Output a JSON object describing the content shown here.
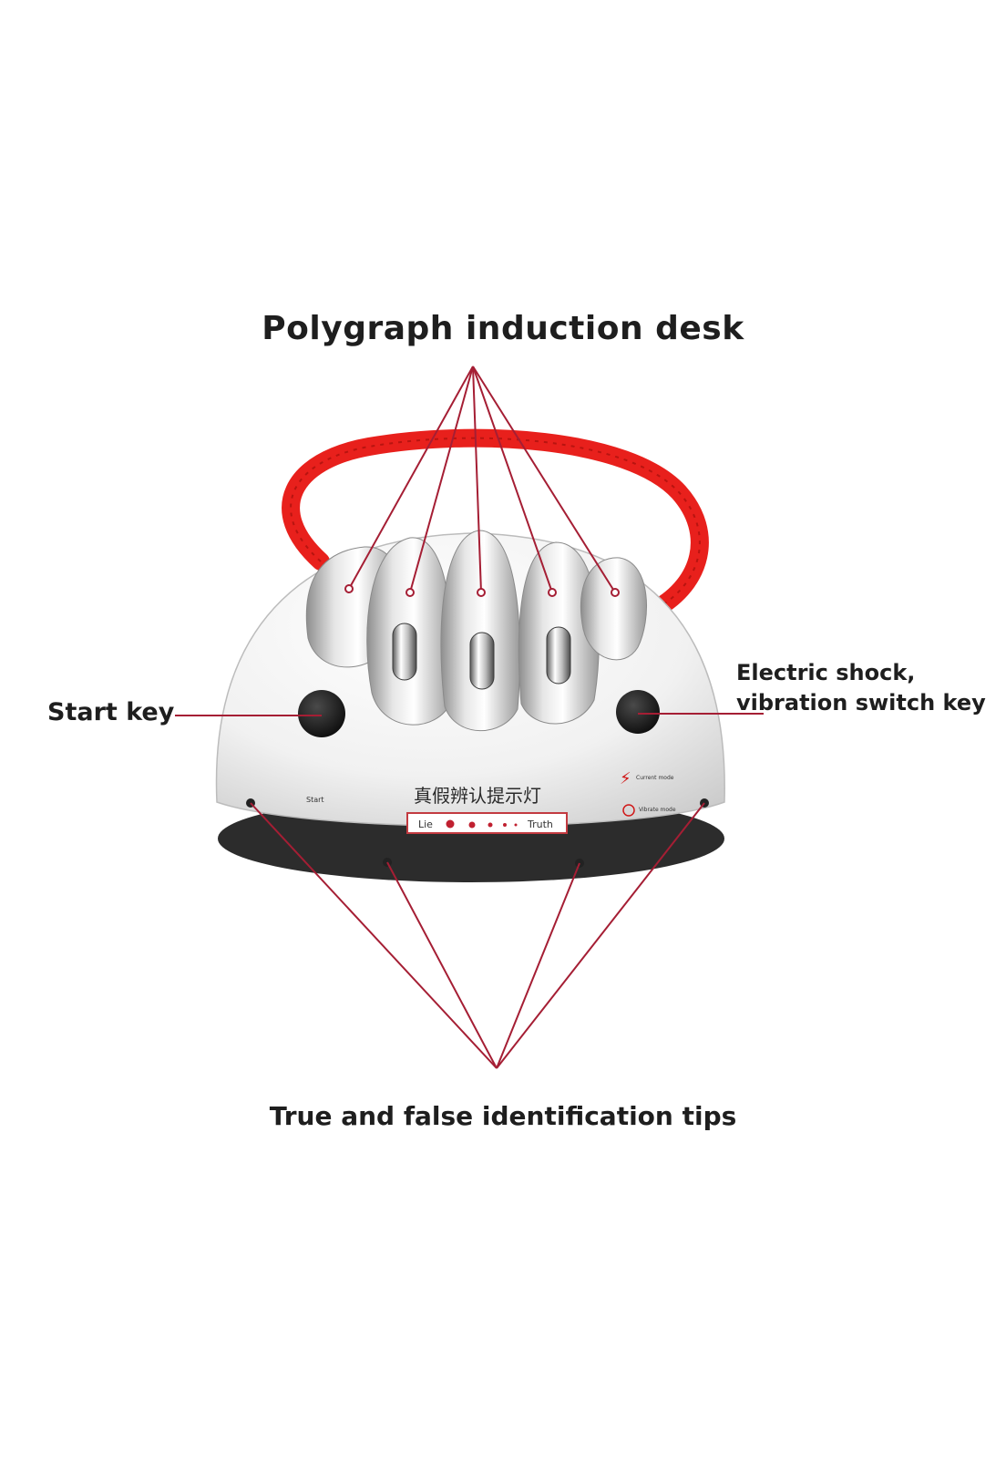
{
  "labels": {
    "top": "Polygraph induction desk",
    "left": "Start key",
    "right_line1": "Electric shock,",
    "right_line2": "vibration switch key",
    "bottom": "True and false identification tips"
  },
  "device": {
    "panel_text": "真假辨认提示灯",
    "lie": "Lie",
    "truth": "Truth",
    "start": "Start",
    "current_mode": "Current mode",
    "vibrate_mode": "Vibrate mode"
  },
  "colors": {
    "accent": "#a51e34",
    "strap": "#e8201c",
    "body": "#f2f2f2",
    "base": "#2c2c2c"
  }
}
